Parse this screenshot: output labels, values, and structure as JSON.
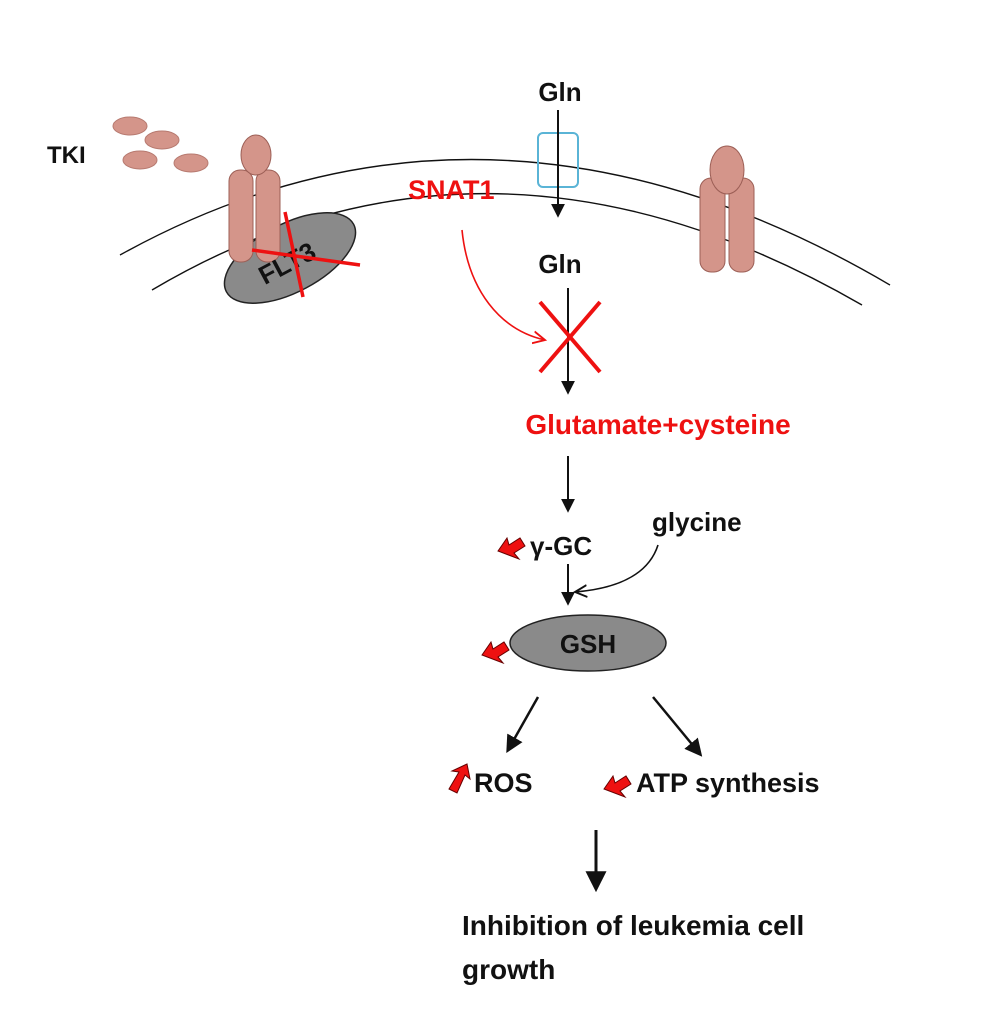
{
  "labels": {
    "tki": "TKI",
    "flt3": "FLT3",
    "gln_outside": "Gln",
    "snat1": "SNAT1",
    "gln_inside": "Gln",
    "glutamate_cysteine": "Glutamate+cysteine",
    "gamma_gc": "γ-GC",
    "glycine": "glycine",
    "gsh": "GSH",
    "ros": "ROS",
    "atp_synthesis": "ATP synthesis",
    "outcome_line1": "Inhibition of leukemia cell",
    "outcome_line2": "growth"
  },
  "colors": {
    "text": "#111111",
    "highlight": "#ee1111",
    "receptor": "#d4958a",
    "receptor_stroke": "#9c5f56",
    "tki_drug": "#d4958a",
    "ellipse_fill": "#8a8a8a",
    "transporter": "#5ab4d6"
  },
  "indicators": {
    "gamma_gc": "down",
    "gsh": "down",
    "ros": "up",
    "atp_synthesis": "down"
  }
}
